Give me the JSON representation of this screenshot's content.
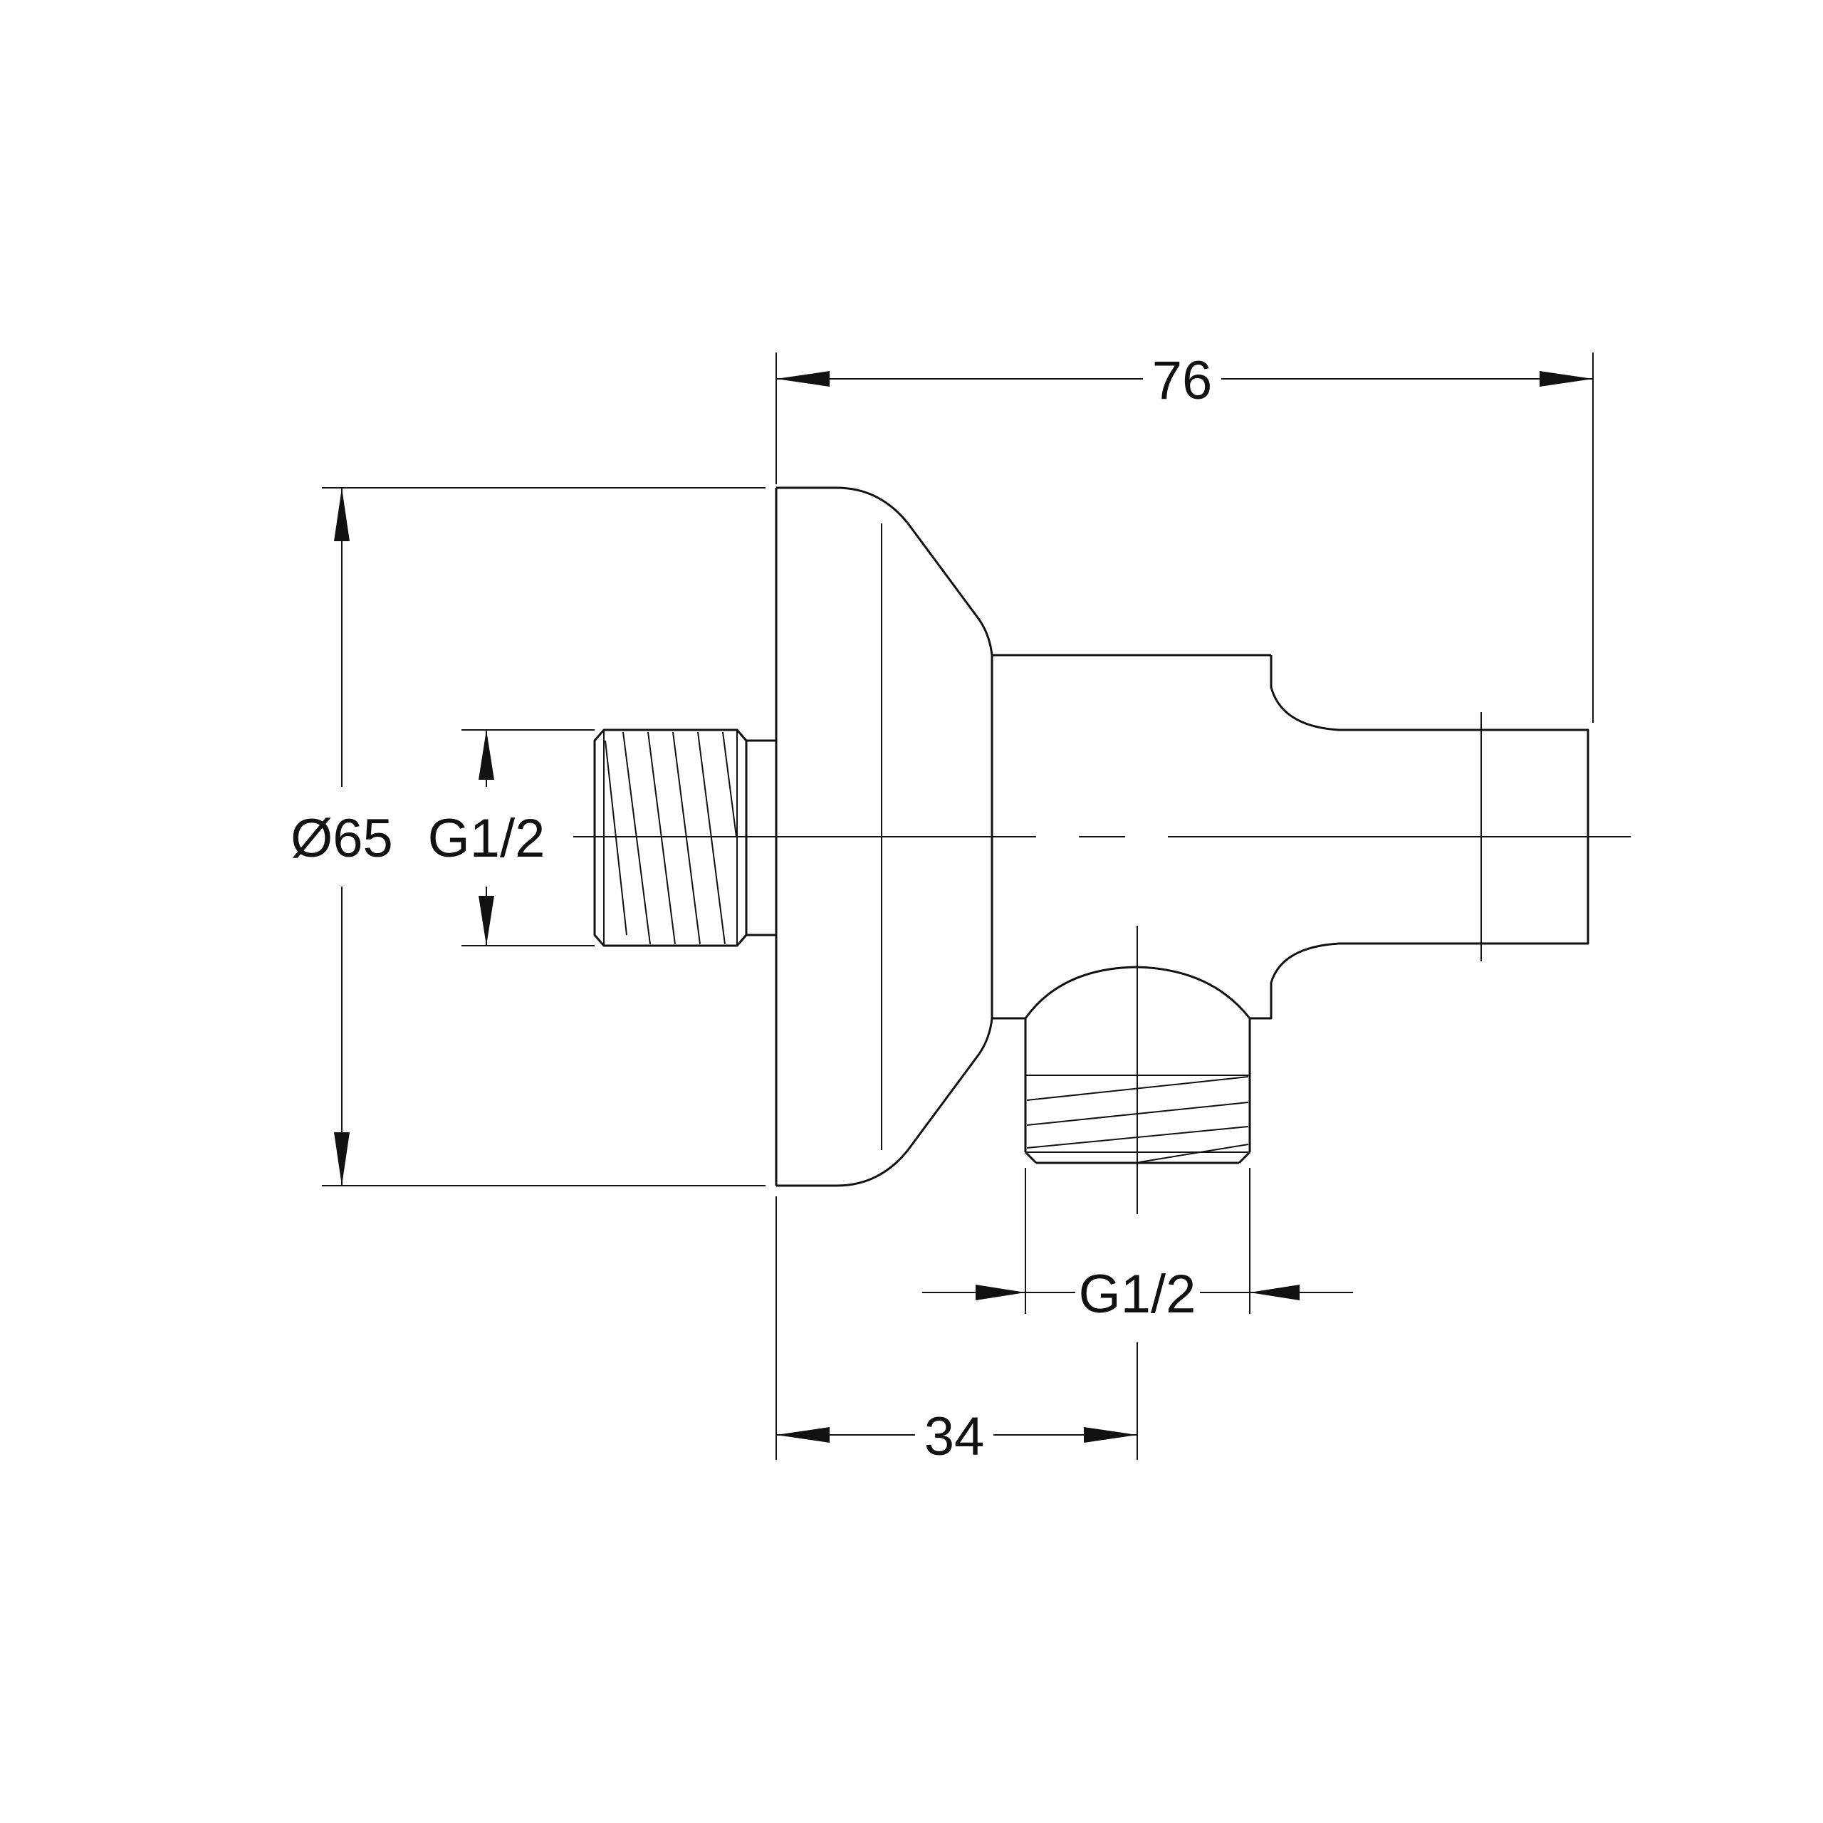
{
  "dimensions": {
    "overall_length": "76",
    "diameter": "Ø65",
    "rear_thread": "G1/2",
    "outlet_thread": "G1/2",
    "outlet_offset": "34"
  }
}
